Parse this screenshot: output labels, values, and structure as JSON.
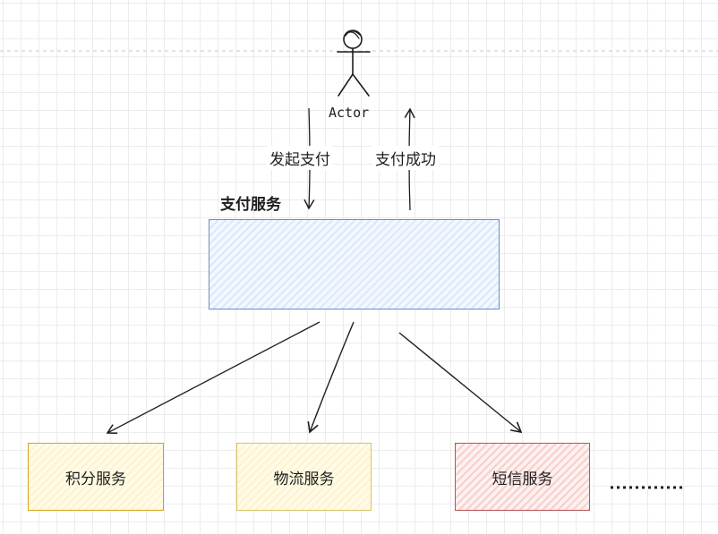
{
  "actor": {
    "name": "Actor"
  },
  "edges": {
    "initiate_label": "发起支付",
    "success_label": "支付成功"
  },
  "services": {
    "payment_title": "支付服务",
    "points": "积分服务",
    "logistics": "物流服务",
    "sms": "短信服务"
  },
  "colors": {
    "payment_border": "#6c8ebf",
    "points_border": "#d6a31a",
    "logistics_border": "#d9c265",
    "sms_border": "#b85450"
  }
}
